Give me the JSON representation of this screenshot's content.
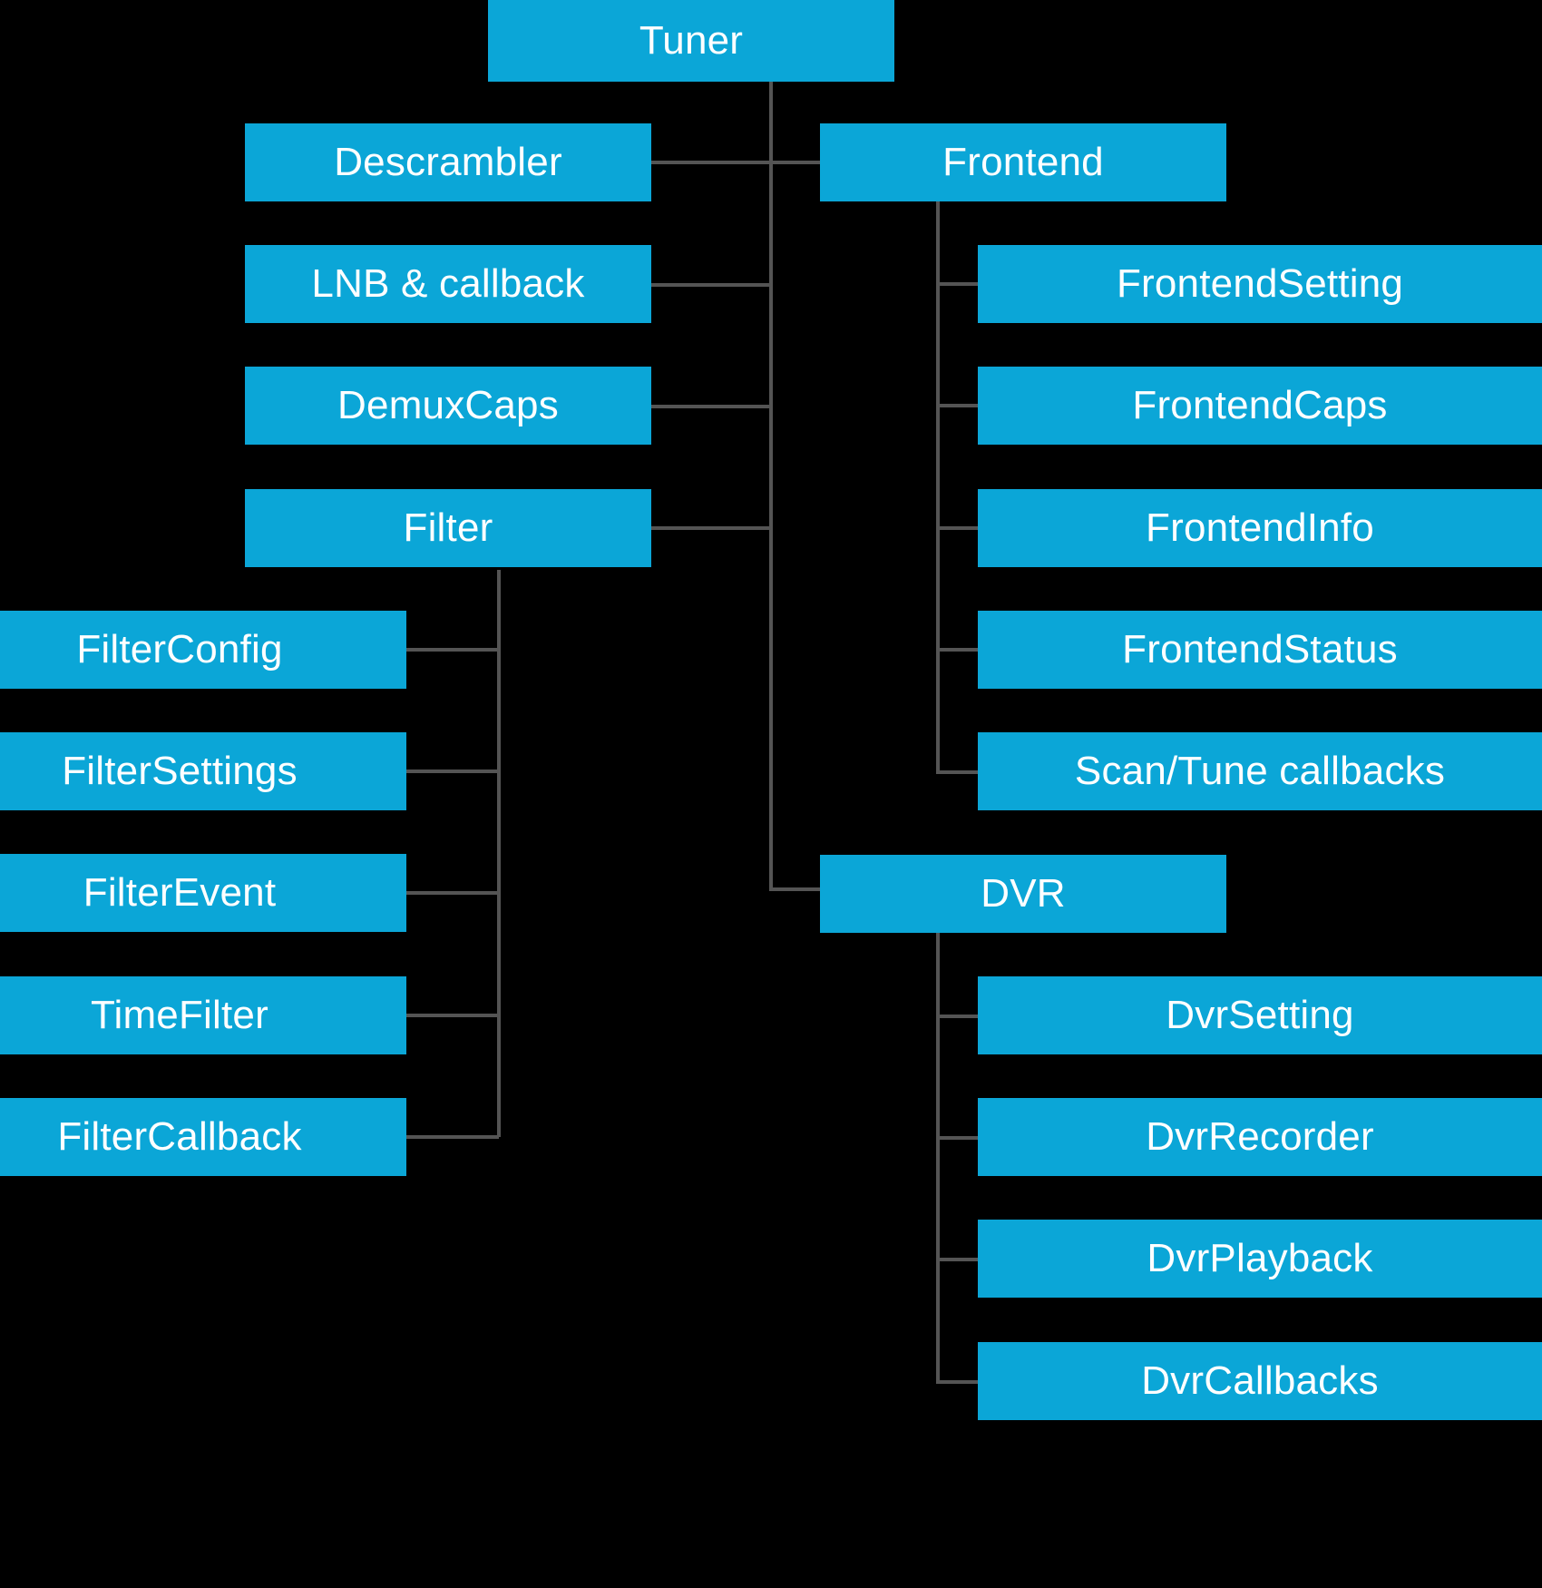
{
  "diagram": {
    "title": "Tuner",
    "type": "hierarchy-tree",
    "background_color": "#000000",
    "node_color": "#0ba6d7",
    "node_text_color": "#ffffff",
    "edge_color": "#545454",
    "nodes": {
      "root": "Tuner",
      "descrambler": "Descrambler",
      "lnb_callback": "LNB & callback",
      "demuxcaps": "DemuxCaps",
      "filter": "Filter",
      "filter_config": "FilterConfig",
      "filter_settings": "FilterSettings",
      "filter_event": "FilterEvent",
      "time_filter": "TimeFilter",
      "filter_callback": "FilterCallback",
      "frontend": "Frontend",
      "frontend_setting": "FrontendSetting",
      "frontend_caps": "FrontendCaps",
      "frontend_info": "FrontendInfo",
      "frontend_status": "FrontendStatus",
      "scan_tune_callbacks": "Scan/Tune callbacks",
      "dvr": "DVR",
      "dvr_setting": "DvrSetting",
      "dvr_recorder": "DvrRecorder",
      "dvr_playback": "DvrPlayback",
      "dvr_callbacks": "DvrCallbacks"
    }
  }
}
